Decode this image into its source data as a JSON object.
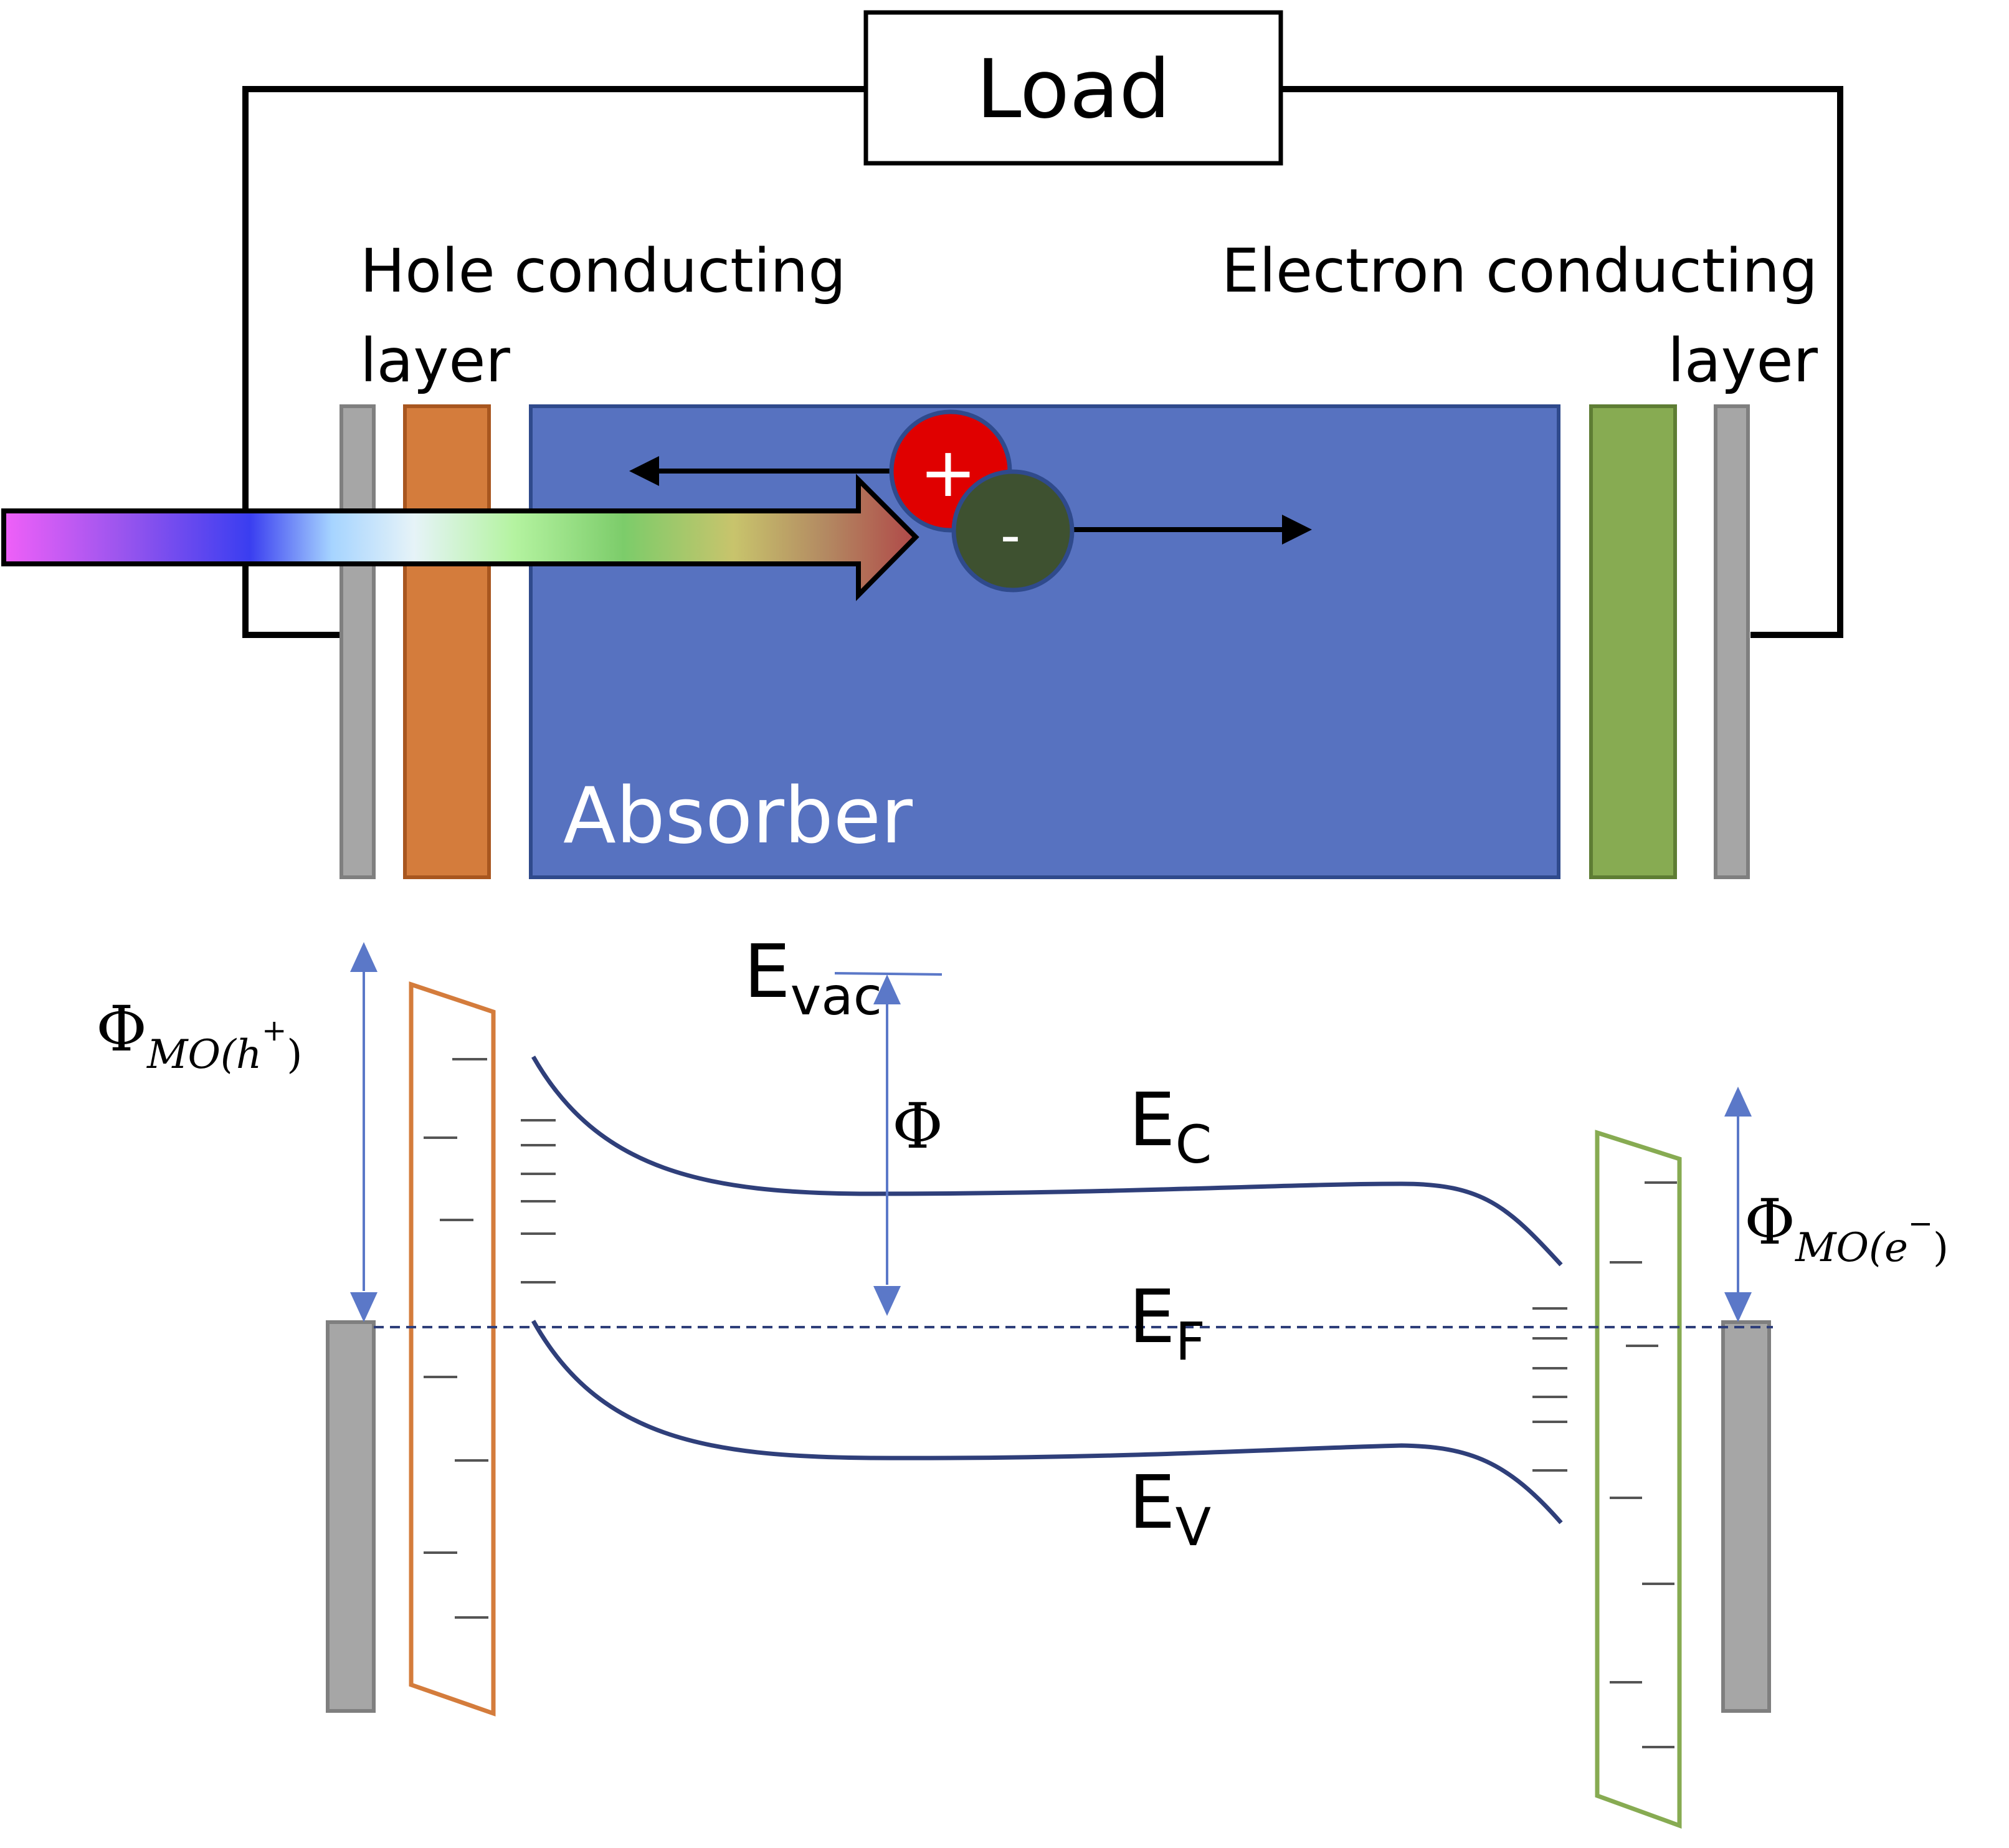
{
  "labels": {
    "load": "Load",
    "hole_layer": "Hole conducting",
    "hole_layer_line2": "layer",
    "electron_layer": "Electron conducting",
    "electron_layer_line2": "layer",
    "absorber": "Absorber",
    "hole_charge": "+",
    "electron_charge": "-",
    "e_vac_main": "E",
    "e_vac_sub": "vac",
    "phi": "Φ",
    "e_c_main": "E",
    "e_c_sub": "C",
    "e_f_main": "E",
    "e_f_sub": "F",
    "e_v_main": "E",
    "e_v_sub": "V",
    "phi_mo_h_symbol": "Φ",
    "phi_mo_h_sub": "MO(h",
    "phi_mo_h_sup": "+",
    "phi_mo_h_close": ")",
    "phi_mo_e_symbol": "Φ",
    "phi_mo_e_sub": "MO(e",
    "phi_mo_e_sup": "−",
    "phi_mo_e_close": ")"
  },
  "colors": {
    "absorber": "#5772c0",
    "hole_layer": "#d47c3c",
    "electron_layer": "#87ab52",
    "contact": "#a6a6a6",
    "hole": "#e00000",
    "electron": "#3e5130",
    "band_line": "#2f3f7a",
    "arrow_blue": "#5b78c8"
  },
  "icons": {
    "light_beam": "spectrum-arrow-icon"
  }
}
